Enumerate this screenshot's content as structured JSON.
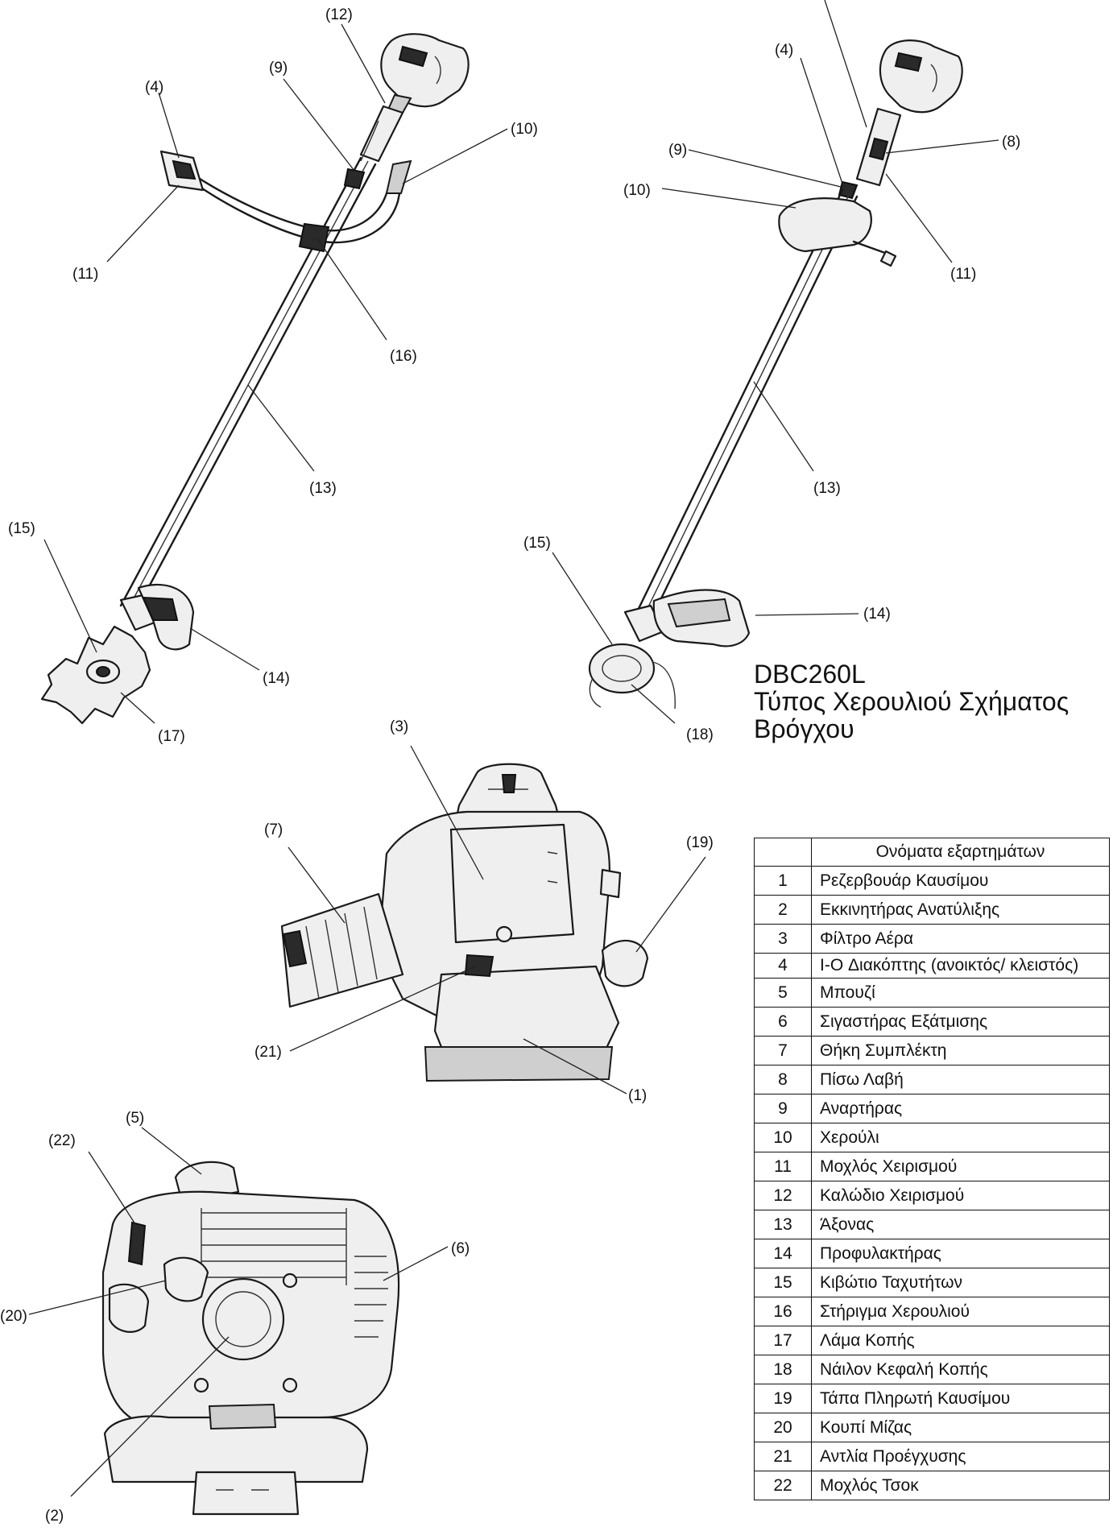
{
  "model": {
    "code": "DBC260L",
    "description_line1": "Τύπος Χερουλιού Σχήματος",
    "description_line2": "Βρόγχου"
  },
  "table": {
    "col_number": "",
    "col_name": "Ονόματα εξαρτημάτων",
    "rows": [
      {
        "num": "1",
        "name": "Ρεζερβουάρ Καυσίμου"
      },
      {
        "num": "2",
        "name": "Εκκινητήρας Ανατύλιξης"
      },
      {
        "num": "3",
        "name": "Φίλτρο Αέρα"
      },
      {
        "num": "4",
        "name": "I-O Διακόπτης (ανοικτός/ κλειστός)"
      },
      {
        "num": "5",
        "name": "Μπουζί"
      },
      {
        "num": "6",
        "name": "Σιγαστήρας Εξάτμισης"
      },
      {
        "num": "7",
        "name": "Θήκη Συμπλέκτη"
      },
      {
        "num": "8",
        "name": "Πίσω Λαβή"
      },
      {
        "num": "9",
        "name": "Αναρτήρας"
      },
      {
        "num": "10",
        "name": "Χερούλι"
      },
      {
        "num": "11",
        "name": "Μοχλός Χειρισμού"
      },
      {
        "num": "12",
        "name": "Καλώδιο Χειρισμού"
      },
      {
        "num": "13",
        "name": "Άξονας"
      },
      {
        "num": "14",
        "name": "Προφυλακτήρας"
      },
      {
        "num": "15",
        "name": "Κιβώτιο Ταχυτήτων"
      },
      {
        "num": "16",
        "name": "Στήριγμα Χερουλιού"
      },
      {
        "num": "17",
        "name": "Λάμα Κοπής"
      },
      {
        "num": "18",
        "name": "Νάιλον Κεφαλή Κοπής"
      },
      {
        "num": "19",
        "name": "Τάπα Πληρωτή Καυσίμου"
      },
      {
        "num": "20",
        "name": "Κουπί Μίζας"
      },
      {
        "num": "21",
        "name": "Αντλία Προέγχυσης"
      },
      {
        "num": "22",
        "name": "Μοχλός Τσοκ"
      }
    ]
  },
  "callouts": {
    "left_trimmer": {
      "c12": "(12)",
      "c9": "(9)",
      "c4": "(4)",
      "c10": "(10)",
      "c11": "(11)",
      "c16": "(16)",
      "c13": "(13)",
      "c15": "(15)",
      "c14": "(14)",
      "c17": "(17)"
    },
    "right_trimmer": {
      "c4": "(4)",
      "c9": "(9)",
      "c8": "(8)",
      "c10": "(10)",
      "c11": "(11)",
      "c13": "(13)",
      "c15": "(15)",
      "c14": "(14)",
      "c18": "(18)"
    },
    "engine_top": {
      "c3": "(3)",
      "c7": "(7)",
      "c19": "(19)",
      "c21": "(21)",
      "c1": "(1)"
    },
    "engine_front": {
      "c5": "(5)",
      "c22": "(22)",
      "c6": "(6)",
      "c20": "(20)",
      "c2": "(2)"
    }
  }
}
